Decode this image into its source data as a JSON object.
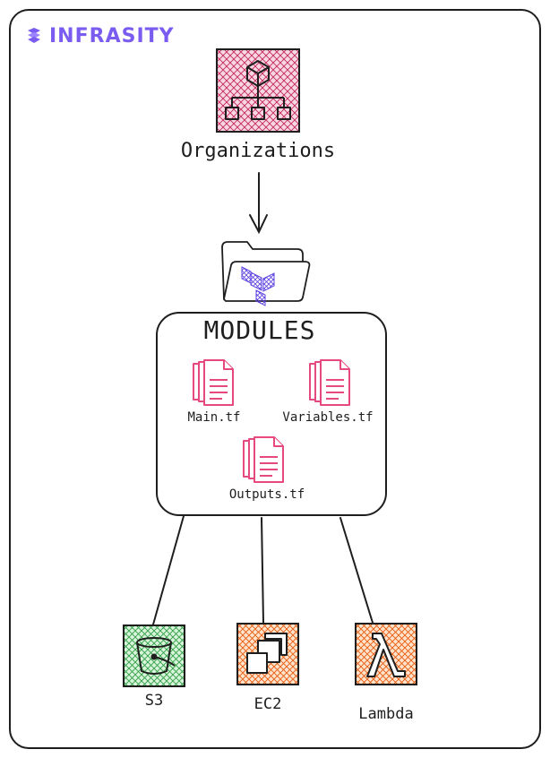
{
  "brand": {
    "name": "INFRASITY",
    "color": "#7b5cf0"
  },
  "organizations": {
    "label": "Organizations",
    "icon": "organizations-icon",
    "color": "#c2255c"
  },
  "folder": {
    "icon": "terraform-folder-icon",
    "accent": "#5c40e0"
  },
  "modules": {
    "title": "MODULES",
    "files": [
      {
        "label": "Main.tf",
        "icon": "file-stack-icon"
      },
      {
        "label": "Variables.tf",
        "icon": "file-stack-icon"
      },
      {
        "label": "Outputs.tf",
        "icon": "file-stack-icon"
      }
    ],
    "file_color": "#e64980"
  },
  "services": [
    {
      "label": "S3",
      "icon": "bucket-icon",
      "color": "#2f9e44"
    },
    {
      "label": "EC2",
      "icon": "ec2-icon",
      "color": "#e8590c"
    },
    {
      "label": "Lambda",
      "icon": "lambda-icon",
      "color": "#e8590c"
    }
  ]
}
